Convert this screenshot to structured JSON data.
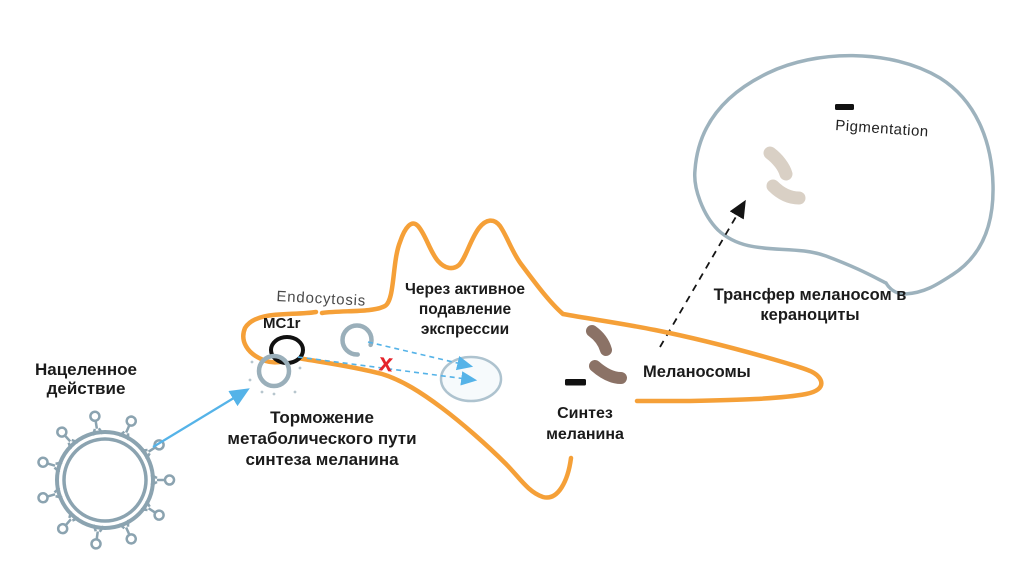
{
  "figure": {
    "description": "Scheme of targeted inhibition of melanin synthesis",
    "labels": {
      "targeted_action": [
        "Нацеленное",
        "действие"
      ],
      "endocytosis": "Endocytosis",
      "receptor": "MC1r",
      "active_suppression": [
        "Через активное",
        "подавление",
        "экспрессии"
      ],
      "pathway_inhibition": [
        "Торможение",
        "метаболического пути",
        "синтеза меланина"
      ],
      "melanin_synthesis": [
        "Синтез",
        "меланина"
      ],
      "melanosomes": "Меланосомы",
      "transfer": [
        "Трансфер меланосом в",
        "кераноциты"
      ],
      "pigmentation": "Pigmentation",
      "block_mark": "x"
    },
    "colors": {
      "melanocyte_outline": "#F5A038",
      "keratinocyte_outline": "#9DB2BD",
      "liposome": "#8BA3B0",
      "vesicle": "#9AAFBA",
      "nucleus_stroke": "#AEC3CF",
      "nucleus_fill": "#F6FAFC",
      "arrow_blue": "#55B3E8",
      "arrow_black": "#141414",
      "block_red": "#E5242B",
      "melanosome_dark": "#8B7266",
      "melanosome_faded": "#D9D0C5",
      "receptor_stroke": "#111111",
      "minus": "#111111",
      "text": "#1B1B1B"
    }
  }
}
